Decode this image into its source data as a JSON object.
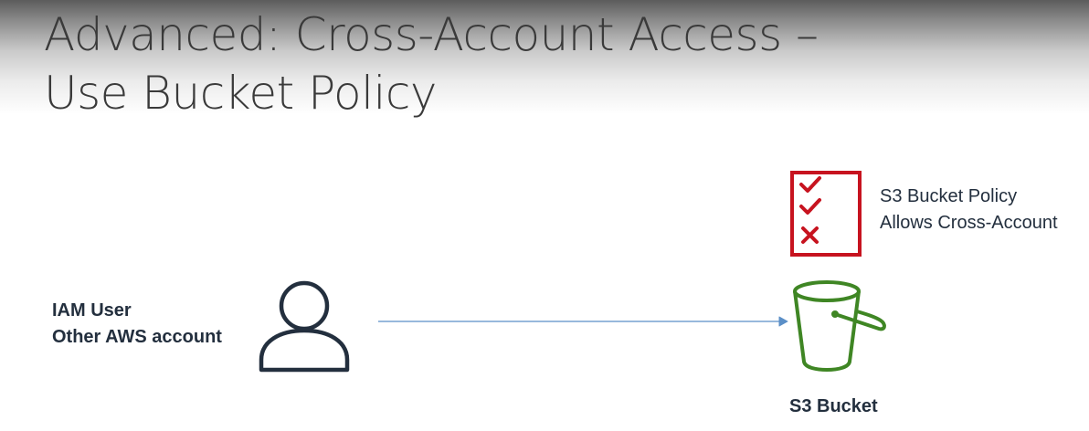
{
  "slide": {
    "title_line_1": "Advanced: Cross-Account Access –",
    "title_line_2": "Use Bucket Policy"
  },
  "user": {
    "label_line_1": "IAM User",
    "label_line_2": "Other AWS account",
    "icon": "user-icon"
  },
  "policy": {
    "label_line_1": "S3 Bucket Policy",
    "label_line_2": "Allows Cross-Account",
    "icon": "checklist-document-icon",
    "color": "#c7131f"
  },
  "bucket": {
    "label": "S3 Bucket",
    "icon": "s3-bucket-icon",
    "color": "#3f8624"
  },
  "arrow": {
    "color": "#5b8fc7"
  },
  "colors": {
    "text": "#232f3e",
    "title": "#3a3a3a"
  }
}
